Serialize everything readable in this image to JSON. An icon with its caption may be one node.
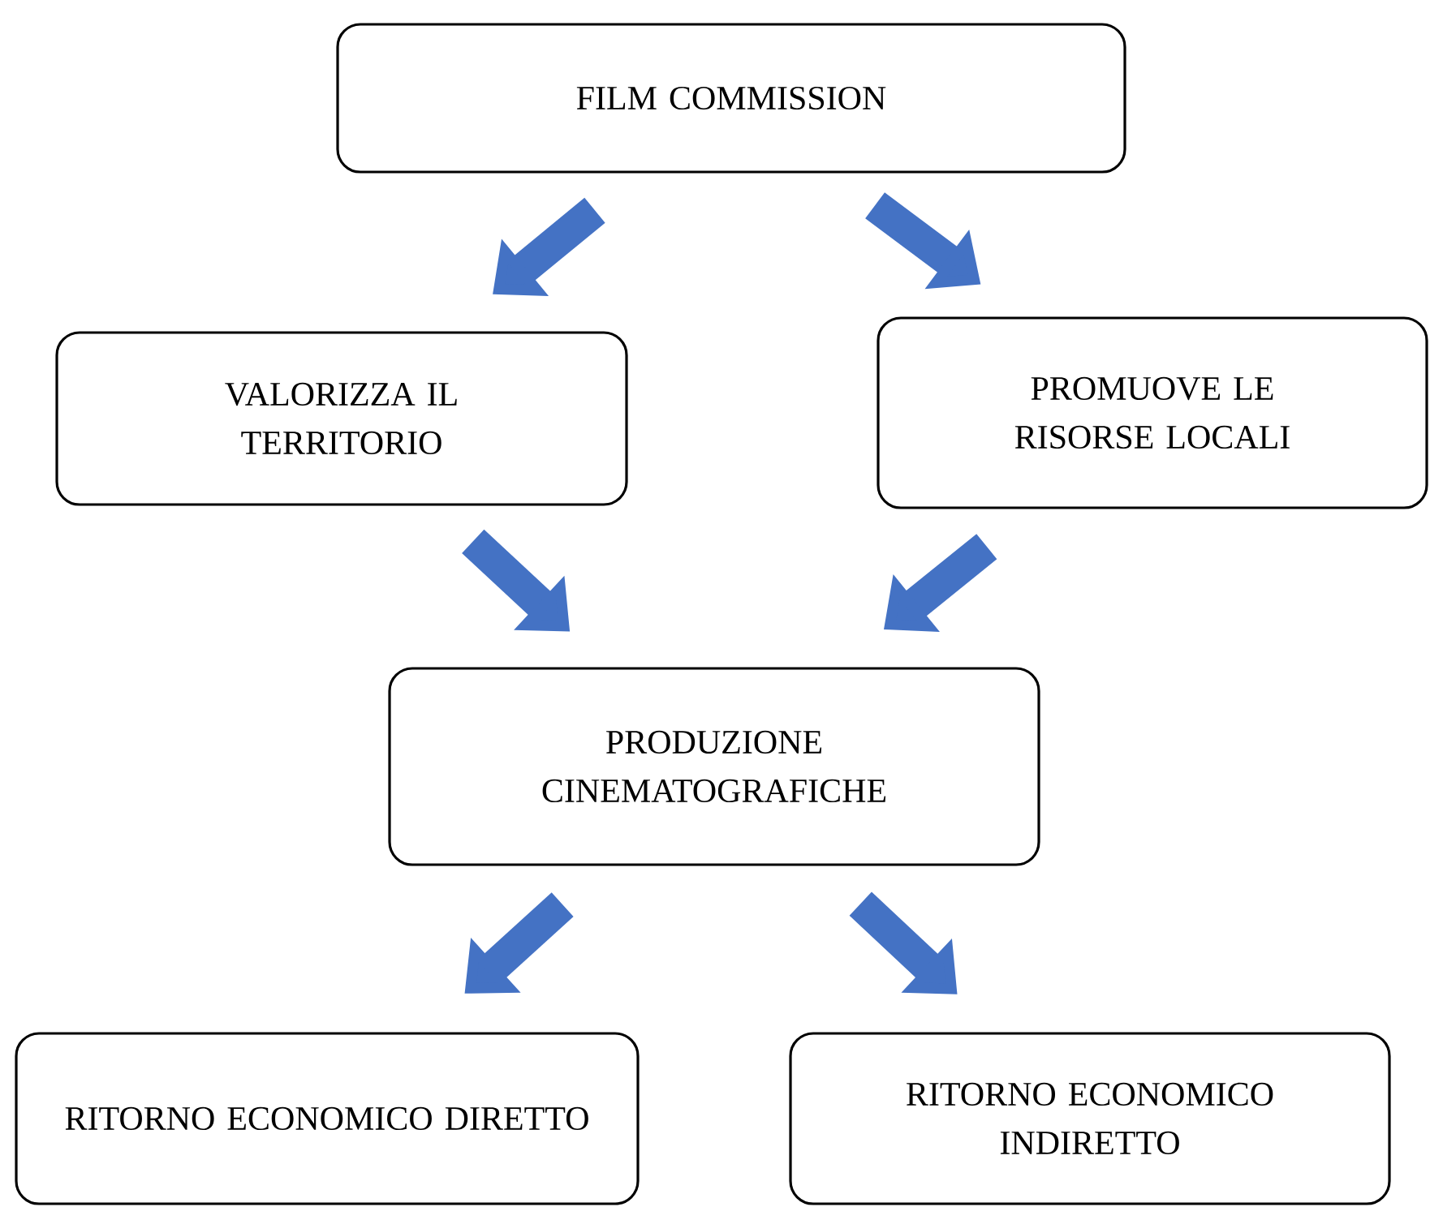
{
  "diagram": {
    "nodes": [
      {
        "text": [
          "FILM COMMISSION"
        ]
      },
      {
        "text": [
          "VALORIZZA IL TERRITORIO"
        ]
      },
      {
        "text": [
          "PROMUOVE LE RISORSE LOCALI"
        ]
      },
      {
        "text": [
          "PRODUZIONE CINEMATOGRAFICHE"
        ]
      },
      {
        "text": [
          "RITORNO ECONOMICO DIRETTO"
        ]
      },
      {
        "text": [
          "RITORNO ECONOMICO INDIRETTO"
        ]
      }
    ],
    "edges": [
      {
        "from": 0,
        "to": 1,
        "arrow": "to"
      },
      {
        "from": 0,
        "to": 2,
        "arrow": "to"
      },
      {
        "from": 1,
        "to": 3,
        "arrow": "to"
      },
      {
        "from": 2,
        "to": 3,
        "arrow": "to"
      },
      {
        "from": 3,
        "to": 4,
        "arrow": "to"
      },
      {
        "from": 3,
        "to": 5,
        "arrow": "to"
      }
    ]
  }
}
